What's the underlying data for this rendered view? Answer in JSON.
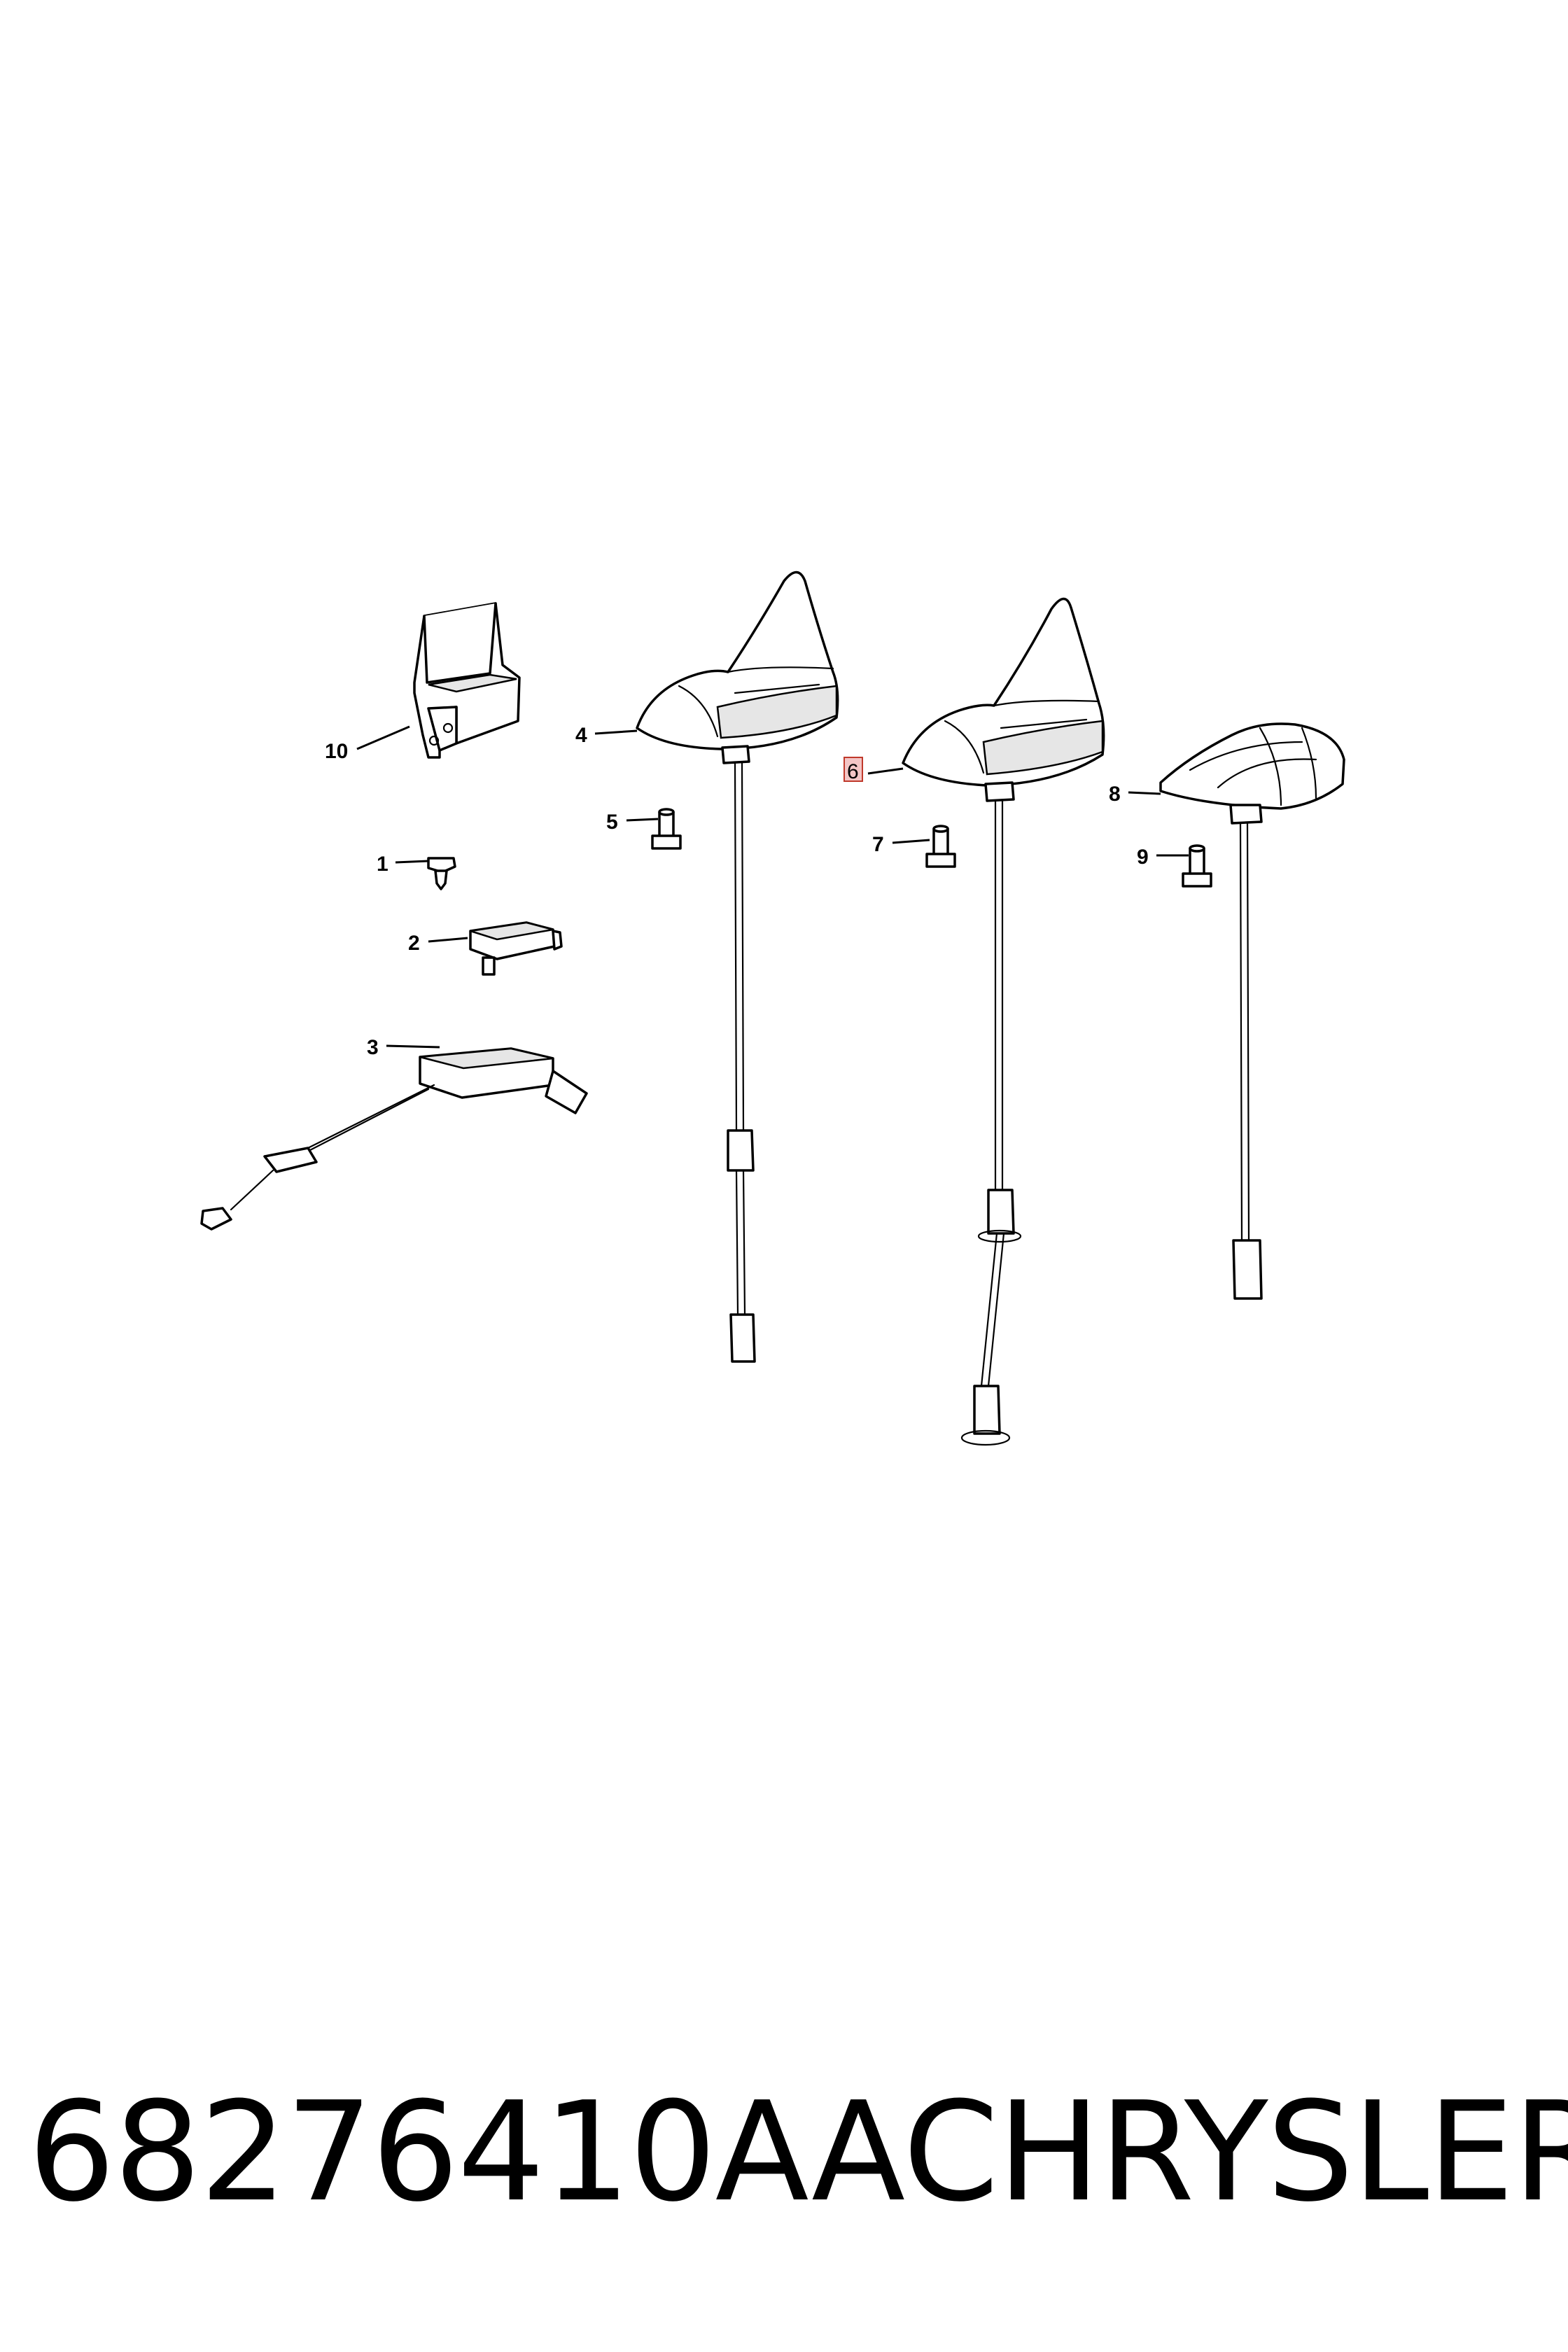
{
  "callouts": {
    "c1": "1",
    "c2": "2",
    "c3": "3",
    "c4": "4",
    "c5": "5",
    "c6": "6",
    "c7": "7",
    "c8": "8",
    "c9": "9",
    "c10": "10"
  },
  "highlight_color": "#c0392b",
  "footer": {
    "part_number": "68276410AA",
    "brand": "CHRYSLER"
  }
}
